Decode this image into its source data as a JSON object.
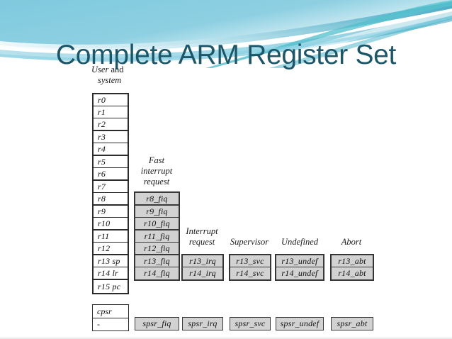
{
  "slide": {
    "title": "Complete ARM Register Set",
    "title_color": "#1d5668",
    "banner_color": "#79c7de",
    "banner_accent": "#3ea7c4",
    "shaded_cell_color": "#d2d2d2"
  },
  "diagram": {
    "columns": [
      {
        "id": "user-system",
        "label_line1": "User",
        "label_line1_suffix": "and",
        "label_line2": "system",
        "shaded": false,
        "registers": [
          "r0",
          "r1",
          "r2",
          "r3",
          "r4",
          "r5",
          "r6",
          "r7",
          "r8",
          "r9",
          "r10",
          "r11",
          "r12",
          "r13 sp",
          "r14 lr",
          "r15 pc"
        ]
      },
      {
        "id": "fiq",
        "label_line1": "Fast",
        "label_line2": "interrupt",
        "label_line3": "request",
        "shaded": true,
        "registers": [
          "r8_fiq",
          "r9_fiq",
          "r10_fiq",
          "r11_fiq",
          "r12_fiq",
          "r13_fiq",
          "r14_fiq"
        ]
      },
      {
        "id": "irq",
        "label_line1": "Interrupt",
        "label_line2": "request",
        "shaded": true,
        "registers": [
          "r13_irq",
          "r14_irq"
        ]
      },
      {
        "id": "svc",
        "label_line1": "Supervisor",
        "shaded": true,
        "registers": [
          "r13_svc",
          "r14_svc"
        ]
      },
      {
        "id": "undef",
        "label_line1": "Undefined",
        "shaded": true,
        "registers": [
          "r13_undef",
          "r14_undef"
        ]
      },
      {
        "id": "abt",
        "label_line1": "Abort",
        "shaded": true,
        "registers": [
          "r13_abt",
          "r14_abt"
        ]
      }
    ],
    "status_registers": {
      "cpsr_label": "cpsr",
      "cpsr_empty": "-",
      "spsr": [
        "spsr_fiq",
        "spsr_irq",
        "spsr_svc",
        "spsr_undef",
        "spsr_abt"
      ]
    }
  }
}
